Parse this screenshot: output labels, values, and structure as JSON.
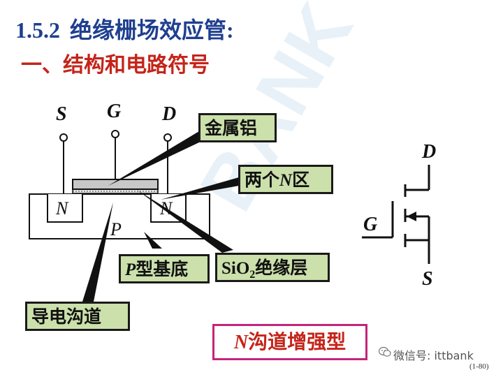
{
  "title": {
    "number": "1.5.2",
    "text": "绝缘栅场效应管:"
  },
  "subtitle": "一、结构和电路符号",
  "terminals": {
    "source": "S",
    "gate": "G",
    "drain": "D"
  },
  "regions": {
    "n_left": "N",
    "n_right": "N",
    "substrate": "P"
  },
  "callouts": {
    "metal": "金属铝",
    "two_n_prefix": "两个",
    "two_n_letter": "N",
    "two_n_suffix": "区",
    "oxide_prefix": "SiO",
    "oxide_sub": "2",
    "oxide_suffix": "绝缘层",
    "substrate_letter": "P",
    "substrate_suffix": "型基底",
    "channel": "导电沟道"
  },
  "symbol": {
    "drain": "D",
    "gate": "G",
    "source": "S"
  },
  "type_label": {
    "letter": "N",
    "text": "沟道增强型"
  },
  "watermark": "微信号: ittbank",
  "watermark_icon": "wechat-icon",
  "page_number": "(1-80)",
  "colors": {
    "title": "#1f3f8f",
    "subtitle": "#c4241a",
    "callout_fill": "#cce0ab",
    "type_border": "#c4247a",
    "watermark": "#d6e6f4"
  }
}
